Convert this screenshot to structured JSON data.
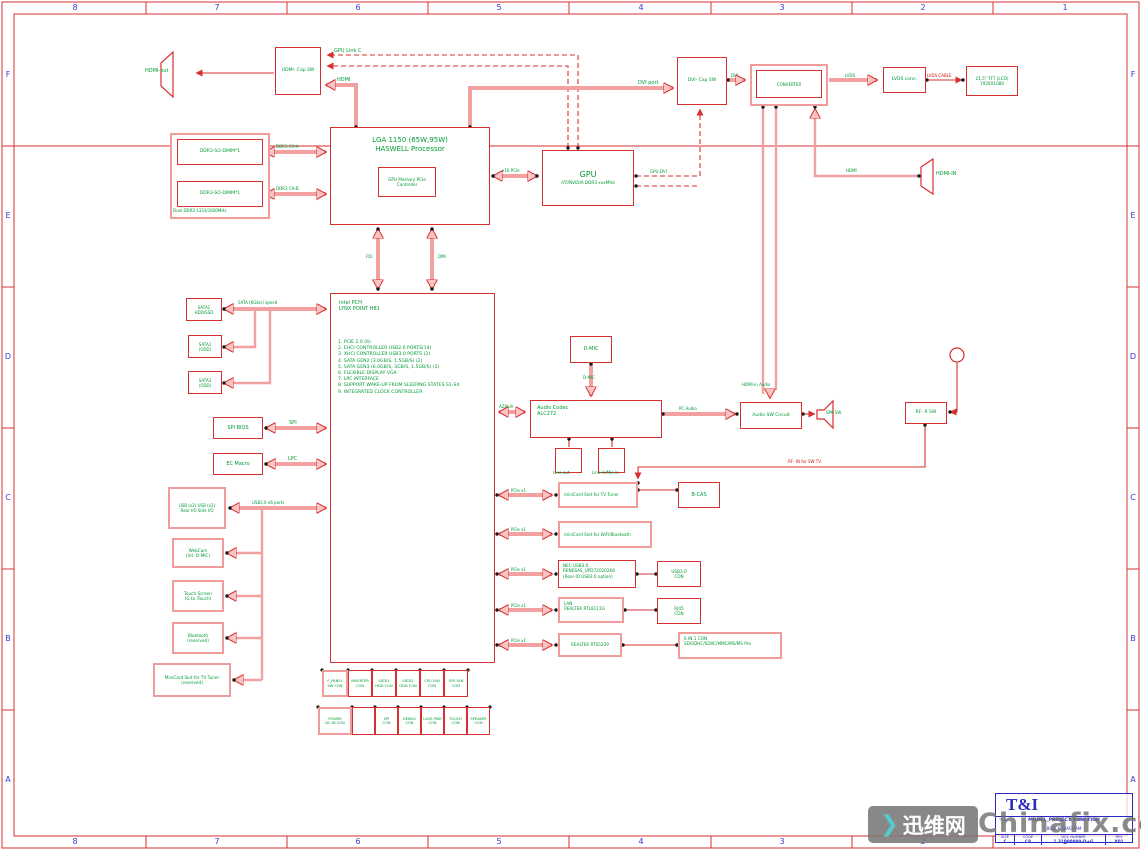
{
  "frame": {
    "top_labels": [
      "8",
      "7",
      "6",
      "5",
      "4",
      "3",
      "2",
      "1"
    ],
    "side_labels": [
      "F",
      "E",
      "D",
      "C",
      "B",
      "A"
    ]
  },
  "display": {
    "hdmi_out": "HDMI-out",
    "hdmi_cap_sw": "HDMI- Cap SW",
    "gpu_link_c": "GPU Link C",
    "hdmi": "HDMI",
    "dvi_port": "DVI port",
    "dvi_cap_sw": "DVI- Cap SW",
    "gpu_dvi": "GPU-DVI",
    "dvi": "DVI",
    "converter": "CONVERTER",
    "lvds": "LVDS",
    "lvds_conn": "LVDS conn.",
    "lvds_cable": "LVDS CABLE",
    "tft": "21.5\" TFT (LCD)\n1920X1080",
    "hdmi_in": "HDMI-IN",
    "hdmi_in_wire": "HDMI",
    "hdmi_in_audio": "HDMI-in Audio"
  },
  "cpu": {
    "title": "LGA 1150 (65W,95W)\nHASWELL Processor",
    "inner": "GPU Memory PCIe\nController"
  },
  "memory": {
    "dimm1": "DDR3-SO-DIMM*1",
    "dimm2": "DDR3-SO-DIMM*1",
    "caption": "Dual DDR3 1333/1600MHz",
    "ch_a": "DDR3 CH-A",
    "ch_b": "DDR3 CH-B"
  },
  "gpu": {
    "title": "GPU",
    "subtitle": "ATI/NVIDIA DDR3 xxxMHz",
    "link_cpu": "x16 PCIe"
  },
  "pch": {
    "name": "Intel PCH\nLYNX POINT H81",
    "features": [
      "1. PCIE 2.0 (6)",
      "2. EHCI CONTROLLER USB2.0 PORTS(14)",
      "3. XHCI CONTROLLER USB3.0 PORTS (2)",
      "4. SATA GEN2 (3.0GB/S, 1.5GB/S) (2)",
      "5. SATA GEN3 (6.0GB/S, 3GB/S, 1.5GB/S) (2)",
      "6. FLEXIBLE DISPLAY VGA",
      "7. LPC INTERFACE",
      "8. SUPPORT WAKE-UP FROM SLEEPING STATES S1-S4",
      "9. INTEGRATED CLOCK CONTROLLER"
    ],
    "fdi": "FDI",
    "dmi": "DMI"
  },
  "storage": {
    "bus_label": "SATA (6Gb/s) speed",
    "sata1": "SATA1\nHDD/SSD",
    "sata2": "SATA2\n(ODD)",
    "sata3": "SATA3\n(ODD)"
  },
  "firmware": {
    "spi_bios": "SPI BIOS",
    "spi": "SPI",
    "ec": "EC Macro",
    "lpc": "LPC"
  },
  "left_io": {
    "usb_box": "USB (x2)  USB (x2)\nRear I/O  Side I/O",
    "usb_bus": "USB2.0 x6 ports",
    "webcam": "WebCam\n(Int. D-MIC)",
    "touch": "Touch Screen\n(G to iTouch)",
    "bluetooth": "Bluetooth\n(reserved)",
    "tv_tuner": "MiniCard Slot for TV Tuner\n(reserved)"
  },
  "audio": {
    "dmic_box": "D-MIC",
    "dmic_wire": "D-MIC",
    "azalia": "AZALIA",
    "codec": "Audio Codec\nALC272",
    "line_out": "Line-out",
    "line_in": "Line-in/Mic-in",
    "pc_audio": "PC Audio",
    "sw_circuit": "Audio SW Circuit",
    "spk": "SPK SW"
  },
  "rf": {
    "sw_box": "RF- R SW",
    "rf_in": "RF- IN for SW TV"
  },
  "pcie": {
    "lane": "PCIe x1",
    "rows": [
      {
        "main": "miniCard Slot for TV Tuner",
        "aux": "B-CAS"
      },
      {
        "main": "miniCard Slot for WiFi/Bluetooth",
        "aux": ""
      },
      {
        "main": "NEC USB3.0\nRENESAS_UPD720202K8\n(Rear-IO USB3.0 option)",
        "aux": "USB3.0\nCON"
      },
      {
        "main": "LAN\nREALTEK RTL8111G",
        "aux": "RJ45\nCON"
      },
      {
        "main": "REALTEK RTS5229",
        "aux": "6 IN 1 CON\nSD/SDHC/SDXC/MMC/MS/MS Pro"
      }
    ]
  },
  "connectors": {
    "row1": [
      "F_PANEL\nSW CON",
      "INVERTER\nCON",
      "SATA1\nHDD CON",
      "SATA2\nODD CON",
      "CPU FAN\nCON",
      "SYS FAN\nCON"
    ],
    "row2": [
      "POWER\nDC-IN CON",
      "",
      "SPI\nCON",
      "DEBUG\nCON",
      "LVDS PWR\nCON",
      "TOUCH\nCON",
      "SPEAKER\nCON"
    ]
  },
  "titleblock": {
    "logo": "T&I",
    "title_label": "TITLE",
    "title1": "MODEL_PROJECT_FUNCTION",
    "title2": "BLOCK DIAGRAM",
    "size_label": "SIZE",
    "size": "C",
    "code_label": "CODE",
    "code": "C8",
    "doc_label": "DOC NUMBER",
    "doc": "1.31000000-D+G",
    "rev_label": "REV",
    "rev": "X01"
  },
  "watermark": {
    "cn": "迅维网",
    "en": "Chinafix.com",
    "chevron": "❯"
  }
}
